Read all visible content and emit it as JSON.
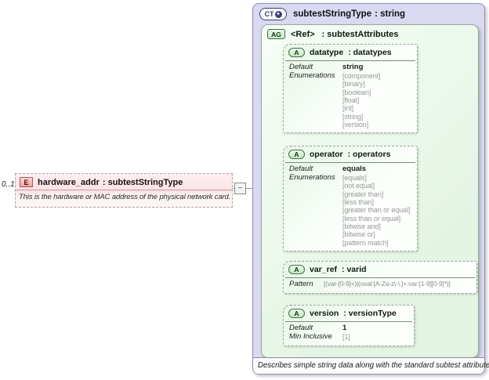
{
  "colors": {
    "ct_background": "#d9d9f1",
    "ag_green": "#e3f4e3",
    "element_pink": "#fbe3e6",
    "badge_green": "#c2e8c2",
    "badge_pink": "#f3a2a2",
    "muted_text": "#979797"
  },
  "element": {
    "cardinality": "0..1",
    "badge": "E",
    "name": "hardware_addr",
    "type": ": subtestStringType",
    "description": "This is the hardware or MAC address of the physical network card.",
    "toggle_glyph": "−"
  },
  "ct": {
    "badge": "CT",
    "plus_glyph": "+",
    "name": "subtestStringType",
    "type": ": string",
    "footer": "Describes simple string data along with the standard subtest attributes.",
    "attribute_group": {
      "badge": "AG",
      "name": "<Ref>",
      "type": ": subtestAttributes",
      "attributes": {
        "datatype": {
          "badge": "A",
          "name": "datatype",
          "type": ": datatypes",
          "default_label": "Default",
          "default_value": "string",
          "enum_label": "Enumerations",
          "enum_values": "[component]\n[binary]\n[boolean]\n[float]\n[int]\n[string]\n[version]"
        },
        "operator": {
          "badge": "A",
          "name": "operator",
          "type": ": operators",
          "default_label": "Default",
          "default_value": "equals",
          "enum_label": "Enumerations",
          "enum_values": "[equals]\n[not equal]\n[greater than]\n[less than]\n[greater than or equal]\n[less than or equal]\n[bitwise and]\n[bitwise or]\n[pattern match]"
        },
        "var_ref": {
          "badge": "A",
          "name": "var_ref",
          "type": ": varid",
          "pattern_label": "Pattern",
          "pattern_value": "[(var-[0-9]+)|(oval:[A-Za-z\\-\\.]+:var:[1-9][0-9]*)]"
        },
        "version": {
          "badge": "A",
          "name": "version",
          "type": ": versionType",
          "default_label": "Default",
          "default_value": "1",
          "min_label": "Min Inclusive",
          "min_value": "[1]"
        }
      }
    }
  }
}
